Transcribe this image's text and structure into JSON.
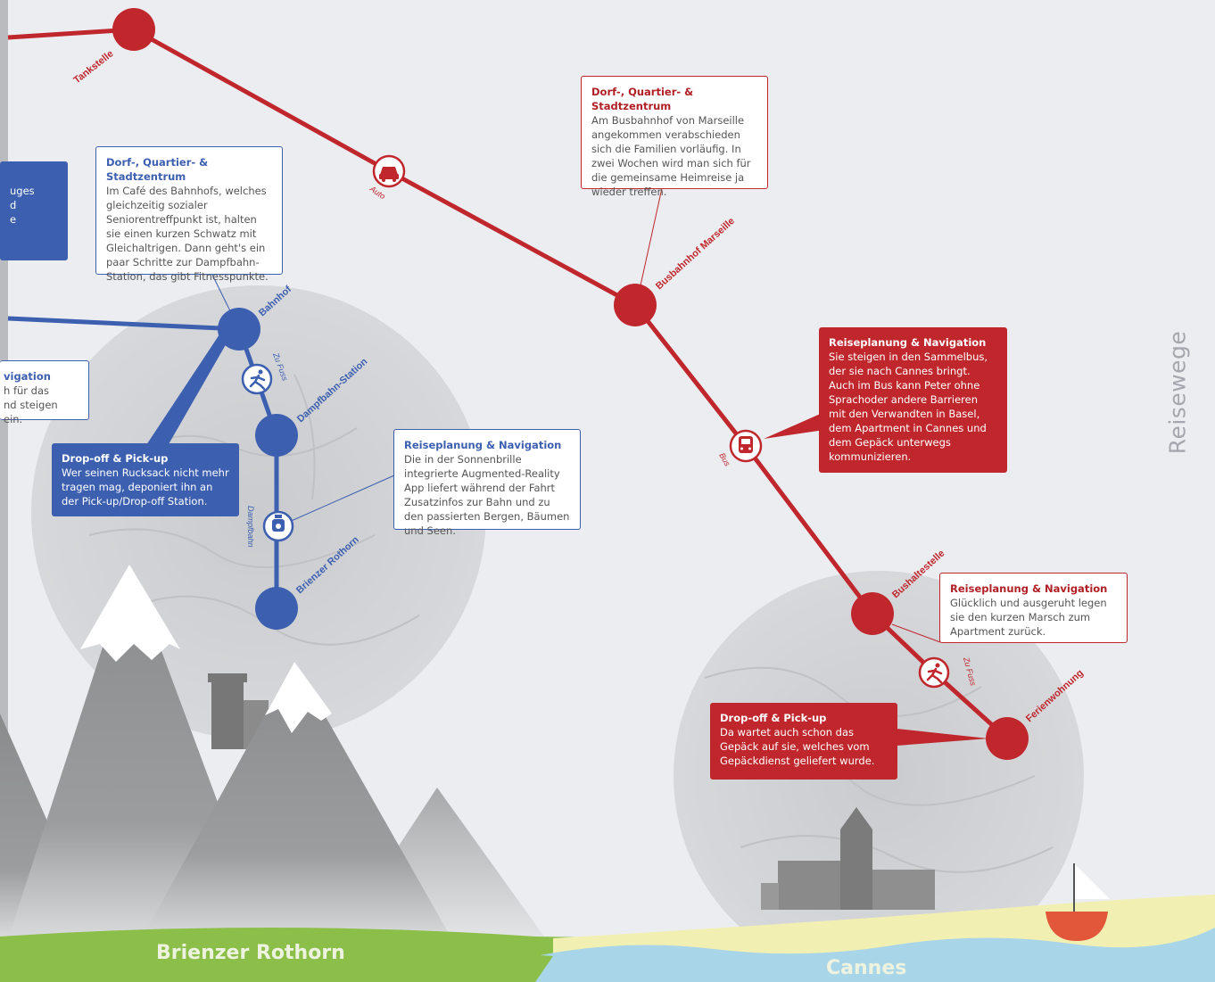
{
  "side_title": "Reisewege",
  "places": {
    "left": "Brienzer Rothorn",
    "right": "Cannes"
  },
  "red_route": {
    "color": "#c0272d",
    "stops": [
      "Tankstelle",
      "Busbahnhof Marseille",
      "Bushaltestelle",
      "Ferienwohnung"
    ],
    "modes": [
      "Auto",
      "Bus",
      "Zu Fuss"
    ]
  },
  "blue_route": {
    "color": "#3c5fb0",
    "stops": [
      "Bahnhof",
      "Dampfbahn-Station",
      "Brienzer Rothorn"
    ],
    "modes": [
      "Zu Fuss",
      "Dampfbahn"
    ]
  },
  "boxes": {
    "left_partial_top": {
      "lines": [
        "uges",
        "d",
        "e"
      ]
    },
    "left_partial_mid": {
      "title": "vigation",
      "lines": [
        "h für das",
        "nd steigen ein."
      ]
    },
    "blue_dorf": {
      "title": "Dorf-, Quartier- & Stadtzentrum",
      "text": "Im Café des Bahnhofs, welches gleichzeitig sozialer Seniorentreff­punkt ist, halten sie einen kurzen Schwatz mit Gleichaltrigen. Dann geht's ein paar Schritte zur Dampfbahn-Station, das gibt Fitnesspunkte."
    },
    "blue_dropoff": {
      "title": "Drop-off & Pick-up",
      "text": "Wer seinen Rucksack nicht mehr tragen mag, deponiert ihn an der Pick-up/Drop-off Station."
    },
    "blue_reise": {
      "title": "Reiseplanung & Navigation",
      "text": "Die in der Sonnenbrille integrierte Augmented-Reality App liefert während der Fahrt Zusatzinfos zur Bahn und zu den passierten Bergen, Bäumen und Seen."
    },
    "red_dorf": {
      "title": "Dorf-, Quartier- & Stadtzentrum",
      "text": "Am Busbahnhof von Marseille angekommen verabschieden sich die Familien vorläufig. In zwei Wochen wird man sich für die gemeinsame Heimreise ja wieder treffen."
    },
    "red_reise_bus": {
      "title": "Reiseplanung & Navigation",
      "text": "Sie steigen in den Sammelbus, der sie nach Cannes bringt. Auch im Bus kann Peter ohne Sprach­oder andere Barrieren mit den Verwandten in Basel, dem Apartment in Cannes und dem Gepäck unterwegs kommuni­zieren."
    },
    "red_reise_walk": {
      "title": "Reiseplanung & Navigation",
      "text": "Glücklich und ausgeruht legen sie den kurzen Marsch zum Apartment zurück."
    },
    "red_dropoff": {
      "title": "Drop-off & Pick-up",
      "text": "Da wartet auch schon das Gepäck auf sie, welches vom Gepäckdienst geliefert wurde."
    }
  }
}
